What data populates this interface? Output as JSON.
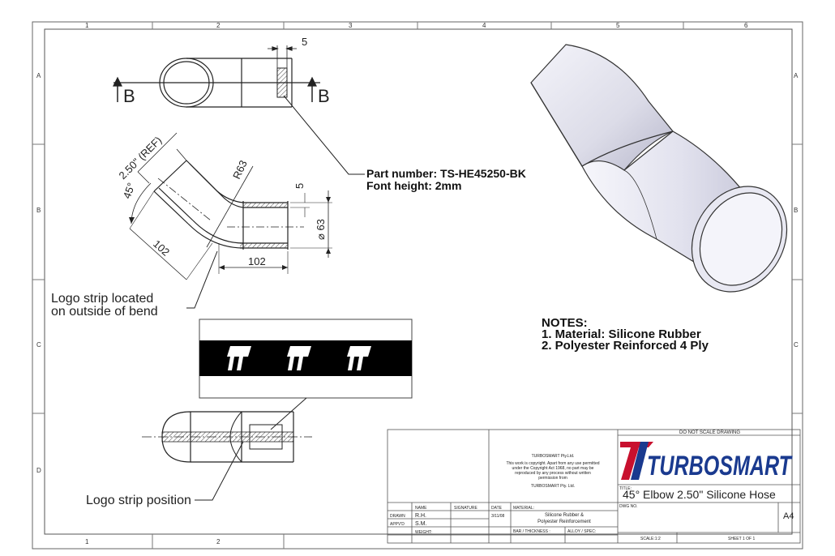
{
  "zones": {
    "columns": [
      "1",
      "2",
      "3",
      "4",
      "5",
      "6"
    ],
    "rows": [
      "A",
      "B",
      "C",
      "D"
    ],
    "bottom_columns": [
      "1",
      "2"
    ]
  },
  "section": {
    "marker": "B",
    "strip_width_dim": "5"
  },
  "elbow_view": {
    "ref_dim": "2.50\" (REF)",
    "angle": "45°",
    "radius": "R63",
    "leg_left": "102",
    "leg_bottom": "102",
    "strip_dim": "5",
    "diameter": "⌀ 63"
  },
  "callouts": {
    "part_number": "Part number: TS-HE45250-BK",
    "font_height": "Font height: 2mm",
    "logo_location_line1": "Logo strip located",
    "logo_location_line2": "on outside of bend",
    "logo_position": "Logo strip position"
  },
  "notes": {
    "heading": "NOTES:",
    "items": [
      "1. Material: Silicone Rubber",
      "2. Polyester Reinforced 4 Ply"
    ]
  },
  "title_block": {
    "copyright_company": "TURBOSMART Pty.Ltd.",
    "copyright_lines": [
      "This work is copyright. Apart from any use permitted",
      "under the Copyright Act 1968, no part may be",
      "reproduced by any process without written",
      "permission from"
    ],
    "copyright_company2": "TURBOSMART Pty. Ltd.",
    "do_not_scale": "DO NOT SCALE DRAWING",
    "logo_text": "TURBOSMART",
    "title_label": "TITLE:",
    "title": "45° Elbow 2.50\" Silicone Hose",
    "dwg_label": "DWG NO.",
    "size": "A4",
    "headers": {
      "name": "NAME",
      "signature": "SIGNATURE",
      "date": "DATE",
      "material": "MATERIAL:"
    },
    "rows": [
      {
        "label": "DRAWN",
        "name": "R.H.",
        "date": "3/11/08"
      },
      {
        "label": "APPV'D",
        "name": "S.M.",
        "date": ""
      },
      {
        "label": "",
        "name": "WEIGHT:",
        "date": ""
      }
    ],
    "material_line1": "Silicone Rubber &",
    "material_line2": "Polyester Reinforcement",
    "bar_thickness": "BAR / THICKNESS :",
    "alloy_spec": "ALLOY / SPEC:",
    "scale": "SCALE:1:2",
    "sheet": "SHEET 1 OF 1"
  },
  "colors": {
    "logo_red": "#c8102e",
    "logo_blue": "#1a3a8f",
    "hose_fill": "#ececf4",
    "strip_black": "#000000"
  }
}
